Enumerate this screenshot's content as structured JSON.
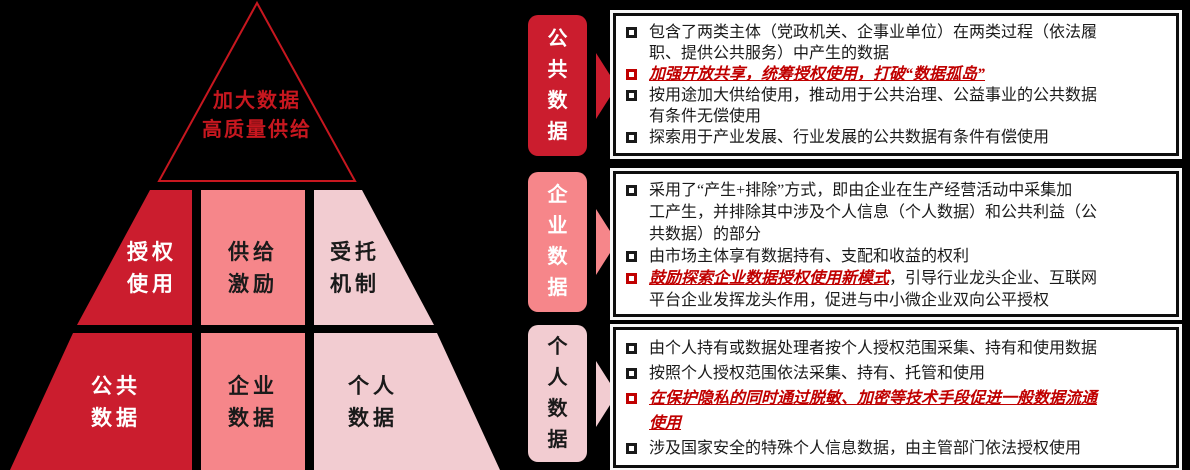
{
  "colors": {
    "background": "#000000",
    "dark_red": "#CB1D2E",
    "salmon": "#F6868A",
    "light_pink": "#F2CCD1",
    "accent_red": "#C00000",
    "title_red": "#C7171F",
    "text_dark": "#1A1A1A",
    "box_bg": "#FFFFFF",
    "box_border": "#0D0D0D"
  },
  "pyramid": {
    "apex": {
      "line1": "加大数据",
      "line2": "高质量供给"
    },
    "middle_row": [
      {
        "line1": "授权",
        "line2": "使用"
      },
      {
        "line1": "供给",
        "line2": "激励"
      },
      {
        "line1": "受托",
        "line2": "机制"
      }
    ],
    "bottom_row": [
      {
        "line1": "公共",
        "line2": "数据"
      },
      {
        "line1": "企业",
        "line2": "数据"
      },
      {
        "line1": "个人",
        "line2": "数据"
      }
    ]
  },
  "sections": [
    {
      "label": "公共数据",
      "items": [
        {
          "text": "包含了两类主体（党政机关、企事业单位）在两类过程（依法履\n职、提供公共服务）中产生的数据"
        },
        {
          "em": "加强开放共享，统筹授权使用，打破“数据孤岛”"
        },
        {
          "text": "按用途加大供给使用，推动用于公共治理、公益事业的公共数据\n有条件无偿使用"
        },
        {
          "text": "探索用于产业发展、行业发展的公共数据有条件有偿使用"
        }
      ]
    },
    {
      "label": "企业数据",
      "items": [
        {
          "text": "采用了“产生+排除”方式，即由企业在生产经营活动中采集加\n工产生，并排除其中涉及个人信息（个人数据）和公共利益（公\n共数据）的部分"
        },
        {
          "text": "由市场主体享有数据持有、支配和收益的权利"
        },
        {
          "em_text": "鼓励探索企业数据授权使用新模式",
          "text": "，引导行业龙头企业、互联网\n平台企业发挥龙头作用，促进与中小微企业双向公平授权"
        }
      ]
    },
    {
      "label": "个人数据",
      "items": [
        {
          "text": "由个人持有或数据处理者按个人授权范围采集、持有和使用数据"
        },
        {
          "text": "按照个人授权范围依法采集、持有、托管和使用"
        },
        {
          "em": "在保护隐私的同时通过脱敏、加密等技术手段促进一般数据流通\n使用"
        },
        {
          "text": "涉及国家安全的特殊个人信息数据，由主管部门依法授权使用"
        }
      ]
    }
  ]
}
